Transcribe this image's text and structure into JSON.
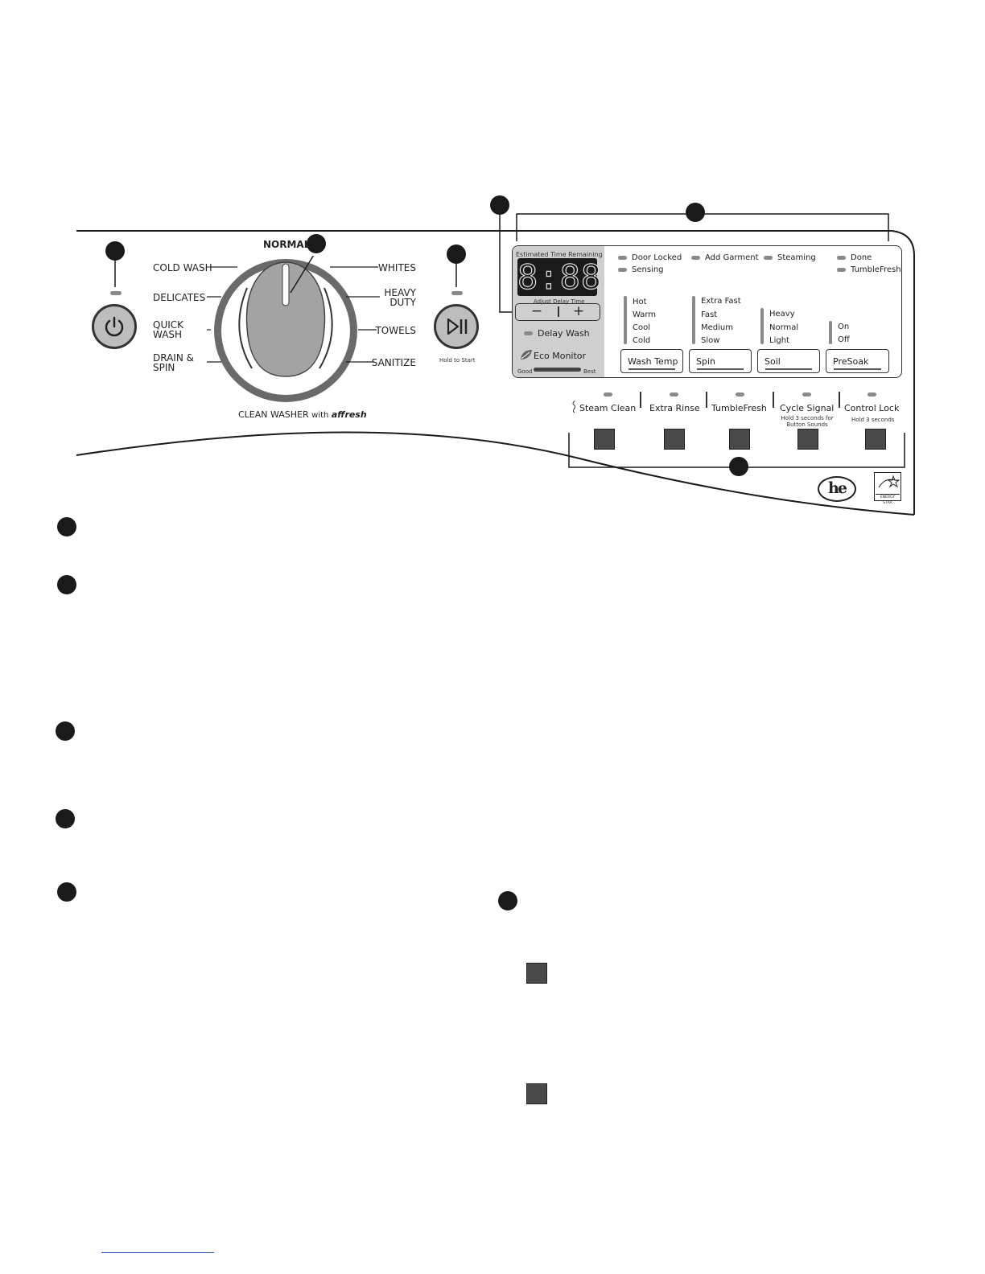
{
  "dial": {
    "top": "NORMAL",
    "left": [
      "COLD WASH",
      "DELICATES",
      "QUICK WASH",
      "DRAIN & SPIN"
    ],
    "right": [
      "WHITES",
      "HEAVY DUTY",
      "TOWELS",
      "SANITIZE"
    ],
    "bottom": "CLEAN WASHER",
    "bottom_with": "with",
    "bottom_brand": "affresh"
  },
  "start": {
    "hint": "Hold to Start"
  },
  "display": {
    "header": "Estimated Time Remaining",
    "digits": "8:88",
    "adjust_label": "Adjust Delay Time",
    "minus": "−",
    "plus": "+",
    "delay_wash": "Delay Wash",
    "eco_monitor": "Eco Monitor",
    "eco_good": "Good",
    "eco_best": "Best"
  },
  "status": {
    "door_locked": "Door Locked",
    "sensing": "Sensing",
    "add_garment": "Add Garment",
    "steaming": "Steaming",
    "done": "Done",
    "tumblefresh": "TumbleFresh"
  },
  "settings": {
    "wash_temp": {
      "options": [
        "Hot",
        "Warm",
        "Cool",
        "Cold"
      ],
      "button": "Wash Temp"
    },
    "spin": {
      "options": [
        "Extra Fast",
        "Fast",
        "Medium",
        "Slow"
      ],
      "button": "Spin"
    },
    "soil": {
      "options": [
        "Heavy",
        "Normal",
        "Light"
      ],
      "button": "Soil"
    },
    "presoak": {
      "options": [
        "On",
        "Off"
      ],
      "button": "PreSoak"
    }
  },
  "options": {
    "steam_clean": "Steam Clean",
    "extra_rinse": "Extra Rinse",
    "tumblefresh": "TumbleFresh",
    "cycle_signal": "Cycle Signal",
    "cycle_signal_note": "Hold 3 seconds for Button Sounds",
    "control_lock": "Control Lock",
    "control_lock_note": "Hold 3 seconds"
  },
  "logos": {
    "he": "he",
    "energy_star": "ENERGY STAR"
  }
}
